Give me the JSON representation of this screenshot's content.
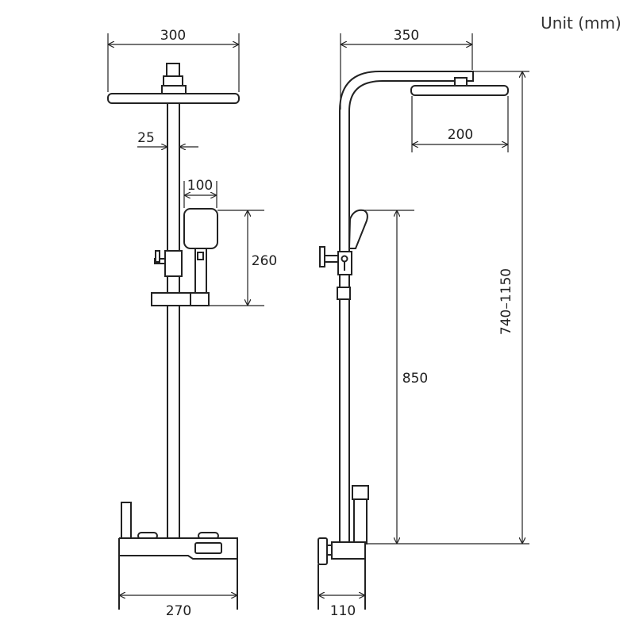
{
  "unit_label": "Unit (mm)",
  "front_view": {
    "dim_head_width": "300",
    "dim_pole_diameter": "25",
    "dim_handset_width": "100",
    "dim_handset_height": "260",
    "dim_body_width": "270"
  },
  "side_view": {
    "dim_arm_reach": "350",
    "dim_head_depth": "200",
    "dim_total_height": "740–1150",
    "dim_handset_height": "850",
    "dim_body_depth": "110"
  },
  "colors": {
    "line": "#222222",
    "background": "#ffffff"
  }
}
